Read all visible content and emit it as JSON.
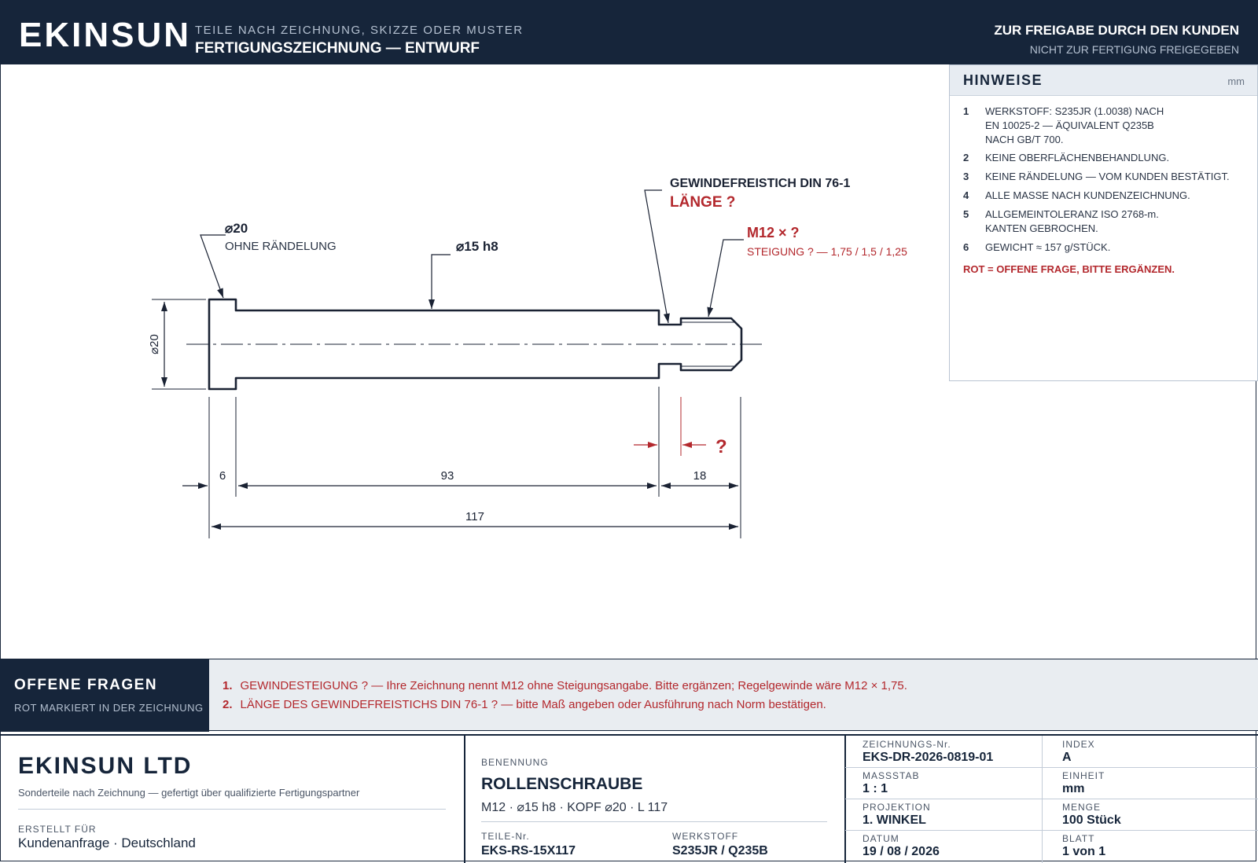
{
  "header": {
    "logo": "EKINSUN",
    "subtitle": "TEILE NACH ZEICHNUNG, SKIZZE ODER MUSTER",
    "title": "FERTIGUNGSZEICHNUNG — ENTWURF",
    "approval": "ZUR FREIGABE DURCH DEN KUNDEN",
    "approval_note": "NICHT ZUR FERTIGUNG FREIGEGEBEN"
  },
  "notes": {
    "title": "HINWEISE",
    "unit": "mm",
    "items": [
      {
        "num": "1",
        "text": "WERKSTOFF: S235JR (1.0038) NACH\nEN 10025-2 — ÄQUIVALENT Q235B\nNACH GB/T 700."
      },
      {
        "num": "2",
        "text": "KEINE OBERFLÄCHENBEHANDLUNG."
      },
      {
        "num": "3",
        "text": "KEINE RÄNDELUNG — VOM KUNDEN BESTÄTIGT."
      },
      {
        "num": "4",
        "text": "ALLE MASSE NACH KUNDENZEICHNUNG."
      },
      {
        "num": "5",
        "text": "ALLGEMEINTOLERANZ ISO 2768-m.\nKANTEN GEBROCHEN."
      },
      {
        "num": "6",
        "text": "GEWICHT ≈ 157 g/STÜCK."
      }
    ],
    "red_note": "ROT = OFFENE FRAGE, BITTE ERGÄNZEN."
  },
  "drawing": {
    "head_dia_callout": "⌀20",
    "head_note": "OHNE RÄNDELUNG",
    "shaft_callout": "⌀15 h8",
    "undercut_title": "GEWINDEFREISTICH DIN 76-1",
    "undercut_question": "LÄNGE ?",
    "thread_callout": "M12 × ?",
    "thread_pitch": "STEIGUNG ? — 1,75 / 1,5 / 1,25",
    "dim_head_dia": "⌀20",
    "dim_head_len": "6",
    "dim_shaft_len": "93",
    "dim_thread_len": "18",
    "dim_total": "117",
    "dim_undercut": "?"
  },
  "questions": {
    "title": "OFFENE FRAGEN",
    "subtitle": "ROT MARKIERT IN DER ZEICHNUNG",
    "items": [
      {
        "num": "1.",
        "text": "GEWINDESTEIGUNG ? — Ihre Zeichnung nennt M12 ohne Steigungsangabe. Bitte ergänzen; Regelgewinde wäre M12 × 1,75."
      },
      {
        "num": "2.",
        "text": "LÄNGE DES GEWINDEFREISTICHS DIN 76-1 ? — bitte Maß angeben oder Ausführung nach Norm bestätigen."
      }
    ]
  },
  "titleblock": {
    "company": "EKINSUN LTD",
    "company_sub": "Sonderteile nach Zeichnung — gefertigt über qualifizierte Fertigungspartner",
    "created_for_label": "ERSTELLT FÜR",
    "created_for": "Kundenanfrage · Deutschland",
    "name_label": "BENENNUNG",
    "name": "ROLLENSCHRAUBE",
    "name_sub": "M12 · ⌀15 h8 · KOPF ⌀20 · L 117",
    "part_label": "TEILE-Nr.",
    "part": "EKS-RS-15X117",
    "material_label": "WERKSTOFF",
    "material": "S235JR / Q235B",
    "fields": [
      {
        "label": "ZEICHNUNGS-Nr.",
        "value": "EKS-DR-2026-0819-01"
      },
      {
        "label": "INDEX",
        "value": "A"
      },
      {
        "label": "MASSSTAB",
        "value": "1 : 1"
      },
      {
        "label": "EINHEIT",
        "value": "mm"
      },
      {
        "label": "PROJEKTION",
        "value": "1. WINKEL"
      },
      {
        "label": "MENGE",
        "value": "100 Stück"
      },
      {
        "label": "DATUM",
        "value": "19 / 08 / 2026"
      },
      {
        "label": "BLATT",
        "value": "1 von 1"
      }
    ]
  },
  "colors": {
    "navy": "#16253a",
    "red": "#b3282d",
    "panel": "#e9edf1"
  }
}
